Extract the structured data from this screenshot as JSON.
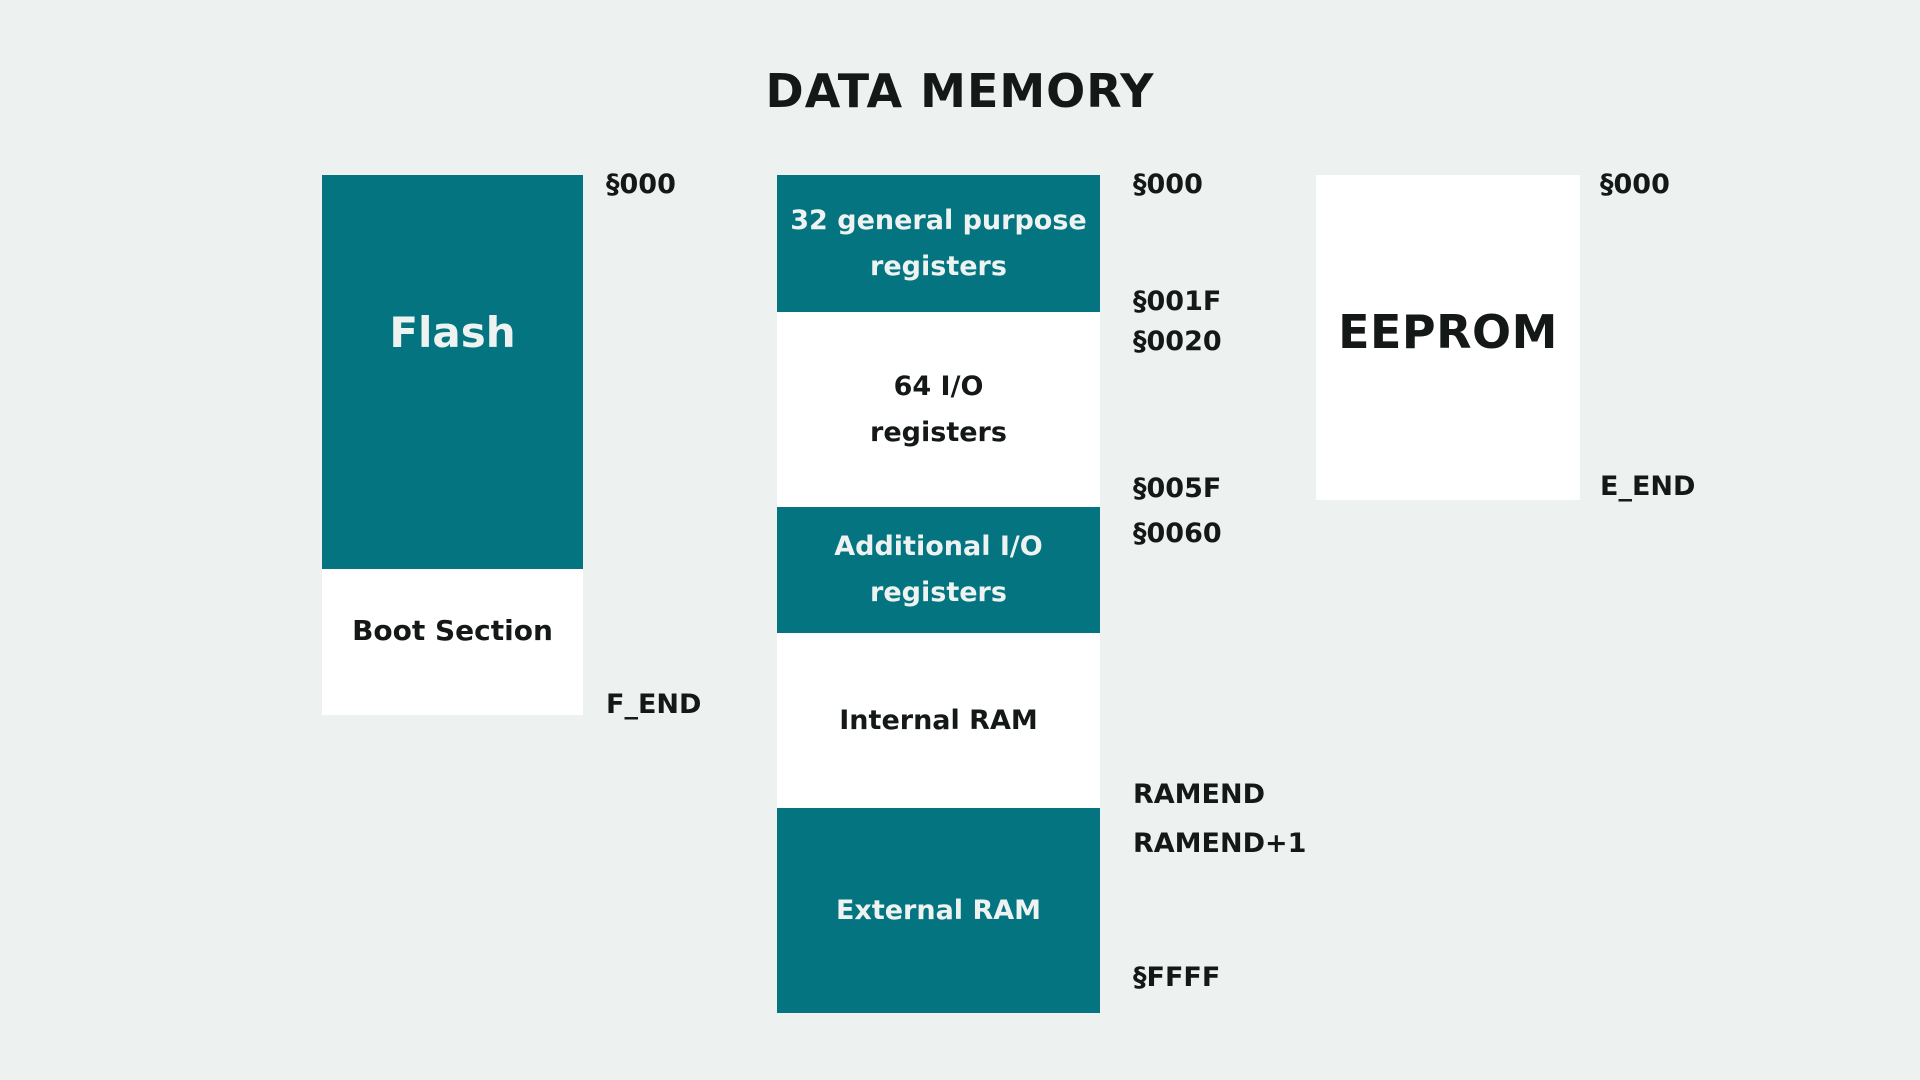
{
  "title": "DATA MEMORY",
  "colors": {
    "teal": "#047481",
    "background": "#edf1f0",
    "text_dark": "#141917",
    "text_light": "#eef3f2"
  },
  "flash_column": {
    "flash_label": "Flash",
    "boot_label": "Boot Section",
    "addr_top": "§000",
    "addr_bottom": "F_END"
  },
  "data_column": {
    "blocks": [
      {
        "label": "32 general purpose\nregisters",
        "style": "teal"
      },
      {
        "label": "64 I/O\nregisters",
        "style": "white"
      },
      {
        "label": "Additional I/O\nregisters",
        "style": "teal"
      },
      {
        "label": "Internal RAM",
        "style": "white"
      },
      {
        "label": "External RAM",
        "style": "teal"
      }
    ],
    "addresses": [
      "§000",
      "§001F",
      "§0020",
      "§005F",
      "§0060",
      "RAMEND",
      "RAMEND+1",
      "§FFFF"
    ]
  },
  "eeprom_column": {
    "label": "EEPROM",
    "addr_top": "§000",
    "addr_bottom": "E_END"
  }
}
